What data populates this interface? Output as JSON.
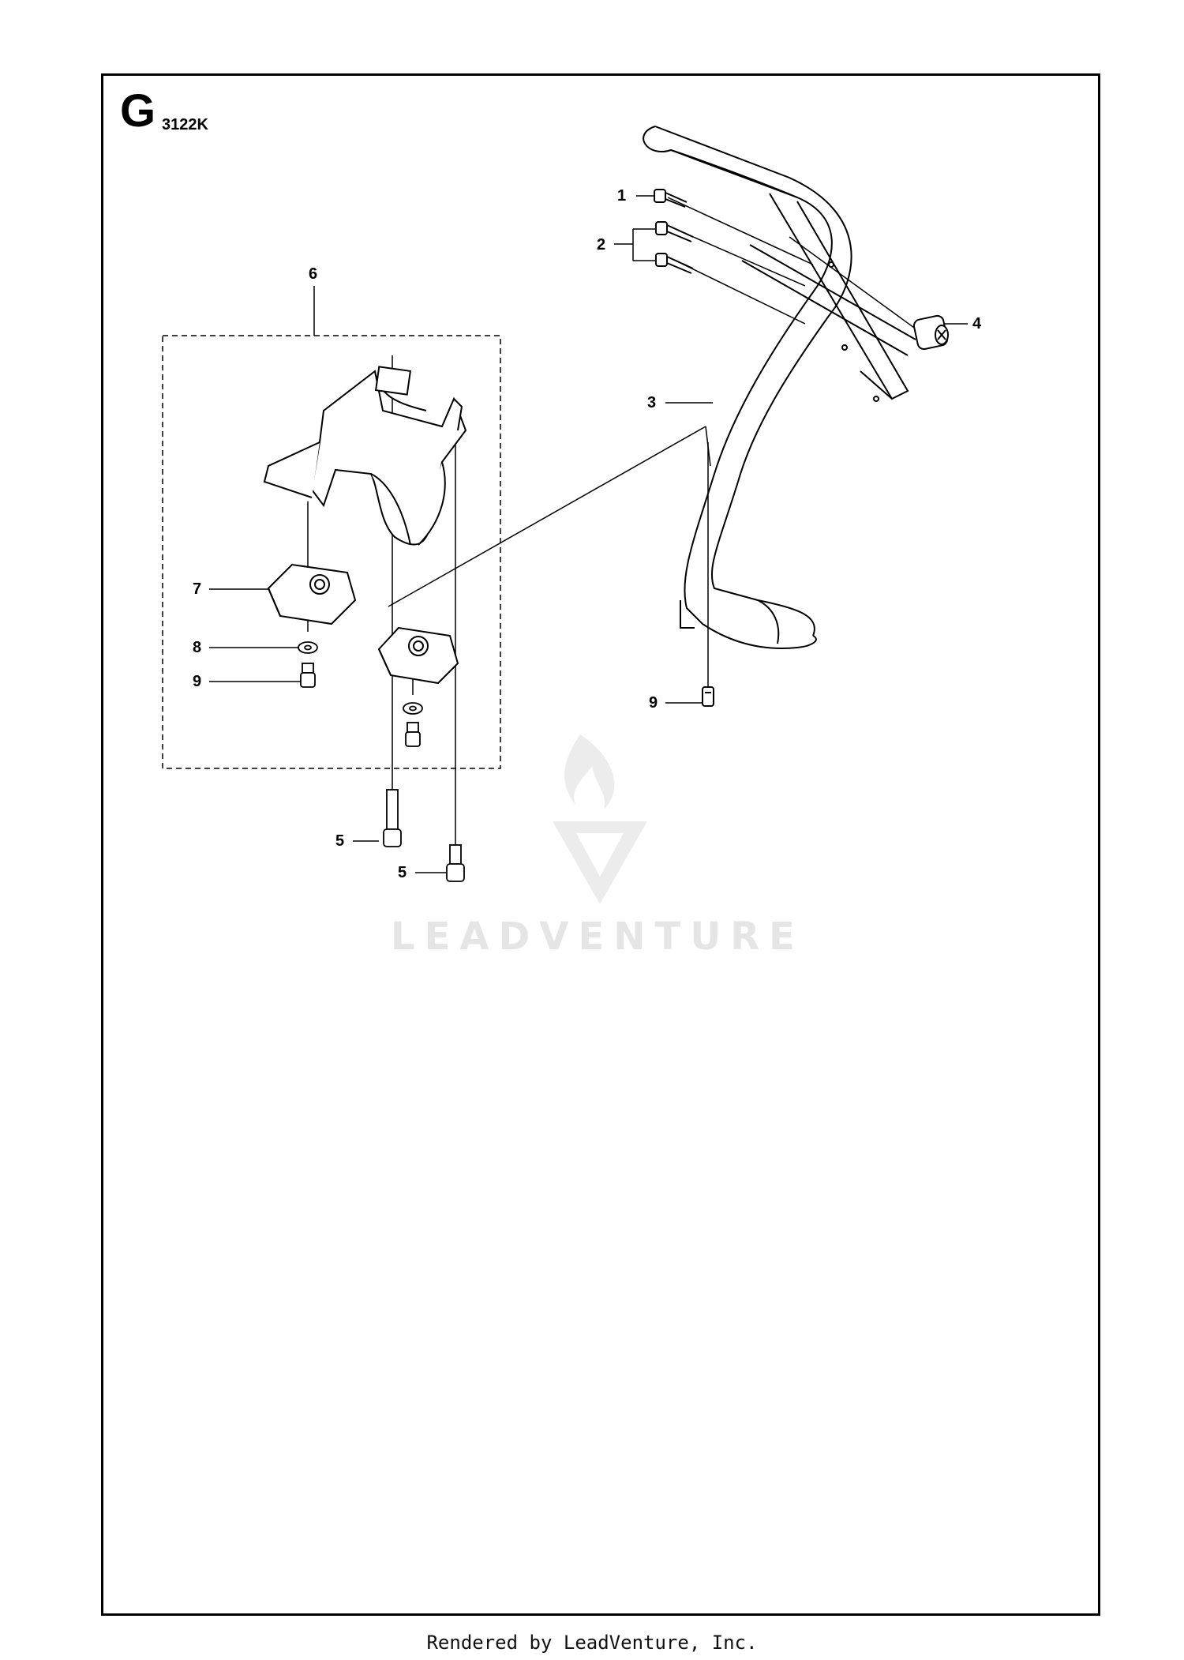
{
  "diagram": {
    "section_letter": "G",
    "model_code": "3122K",
    "callouts": [
      {
        "id": "c1",
        "label": "1"
      },
      {
        "id": "c2",
        "label": "2"
      },
      {
        "id": "c3",
        "label": "3"
      },
      {
        "id": "c4",
        "label": "4"
      },
      {
        "id": "c5a",
        "label": "5"
      },
      {
        "id": "c5b",
        "label": "5"
      },
      {
        "id": "c6",
        "label": "6"
      },
      {
        "id": "c7",
        "label": "7"
      },
      {
        "id": "c8",
        "label": "8"
      },
      {
        "id": "c9a",
        "label": "9"
      },
      {
        "id": "c9b",
        "label": "9"
      }
    ]
  },
  "watermark": {
    "text": "LEADVENTURE"
  },
  "footer": {
    "text": "Rendered by LeadVenture, Inc."
  }
}
